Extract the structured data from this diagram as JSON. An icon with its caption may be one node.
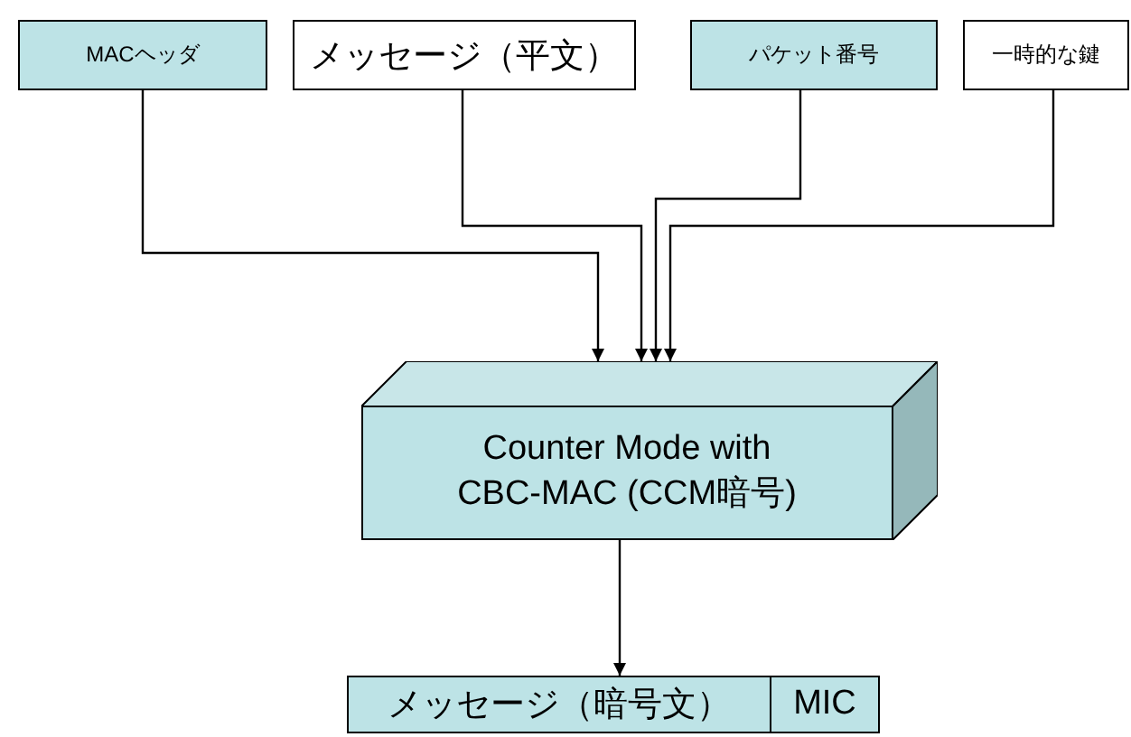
{
  "diagram": {
    "nodes": [
      {
        "text": [
          "MACヘッダ"
        ]
      },
      {
        "text": [
          "メッセージ（平文）"
        ]
      },
      {
        "text": [
          "パケット番号"
        ]
      },
      {
        "text": [
          "一時的な鍵"
        ]
      },
      {
        "text": [
          "Counter Mode with CBC-MAC (CCM暗号)"
        ]
      },
      {
        "text": [
          "メッセージ（暗号文）"
        ]
      },
      {
        "text": [
          "MIC"
        ]
      }
    ],
    "edges": [
      {
        "from": 0,
        "to": 4,
        "arrow": "to"
      },
      {
        "from": 1,
        "to": 4,
        "arrow": "to"
      },
      {
        "from": 2,
        "to": 4,
        "arrow": "to"
      },
      {
        "from": 3,
        "to": 4,
        "arrow": "to"
      },
      {
        "from": 4,
        "to": 5,
        "arrow": "to"
      }
    ]
  }
}
